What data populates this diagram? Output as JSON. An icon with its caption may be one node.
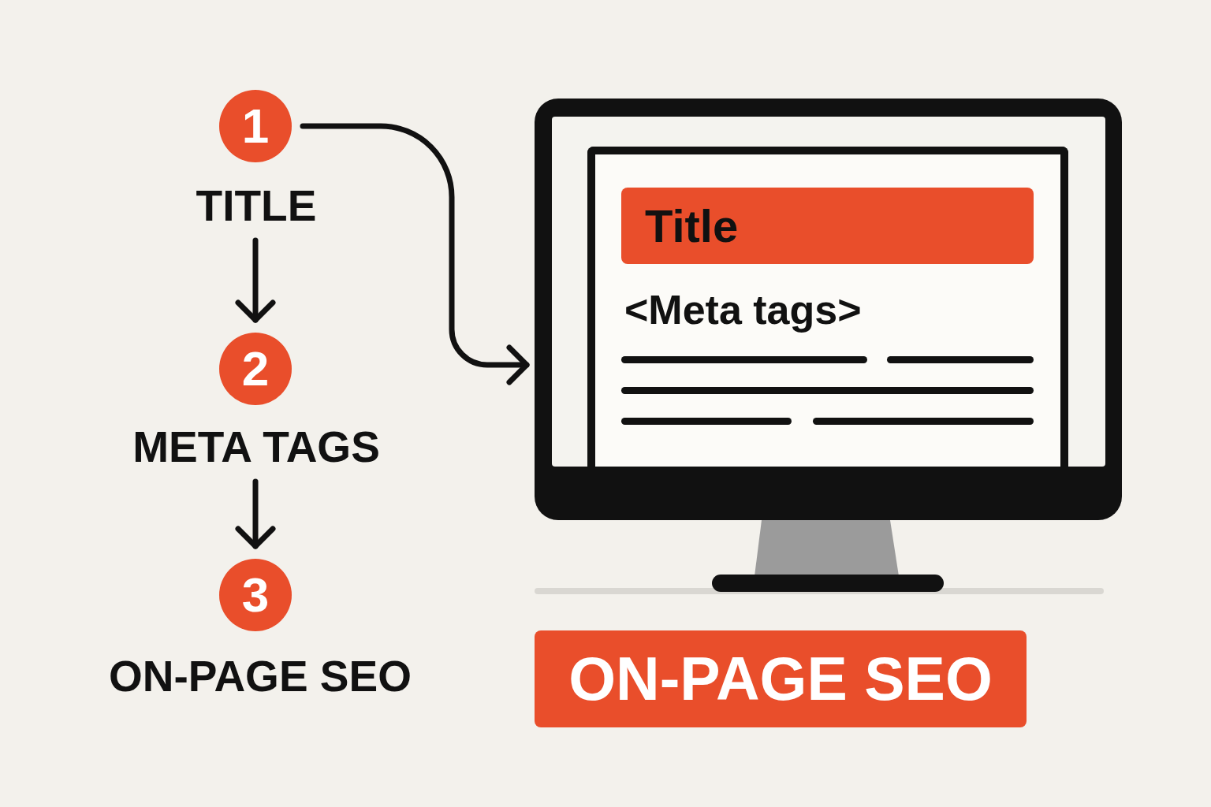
{
  "diagram": {
    "nodes": [
      {
        "text": [
          "1"
        ]
      },
      {
        "text": [
          "TITLE"
        ]
      },
      {
        "text": [
          "2"
        ]
      },
      {
        "text": [
          "META TAGS"
        ]
      },
      {
        "text": [
          "3"
        ]
      },
      {
        "text": [
          "ON-PAGE SEO"
        ]
      },
      {
        "text": [],
        "shape": "box"
      },
      {
        "text": [
          "<Meta tags>"
        ],
        "in": 6
      },
      {
        "text": [
          "Title"
        ],
        "in": 7
      },
      {
        "text": [
          "ON-PAGE SEO"
        ]
      }
    ],
    "edges": [
      {
        "from": 0,
        "to": 6,
        "arrow": "to"
      },
      {
        "from": 1,
        "to": 2,
        "arrow": "to"
      },
      {
        "from": 3,
        "to": 4,
        "arrow": "to"
      }
    ]
  }
}
